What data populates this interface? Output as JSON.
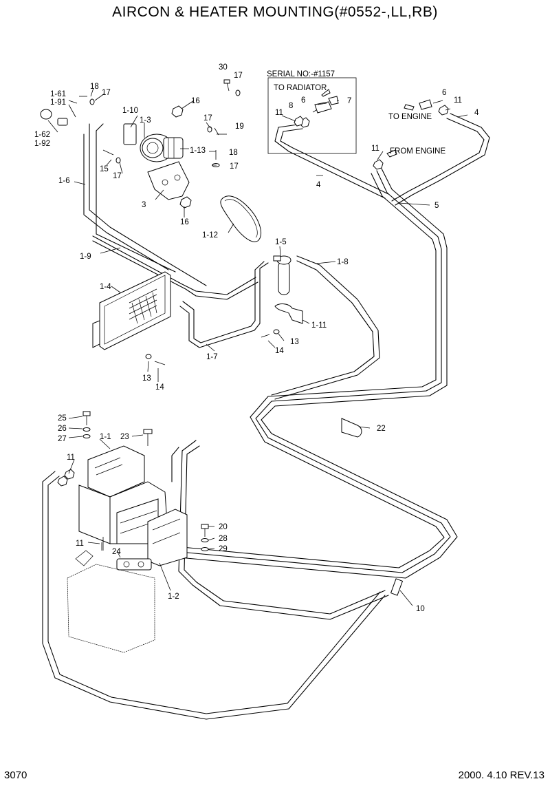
{
  "title": "AIRCON & HEATER MOUNTING(#0552-,LL,RB)",
  "footer": {
    "page": "3070",
    "date_rev": "2000. 4.10  REV.13"
  },
  "notes": {
    "serial": "SERIAL NO:-#1157",
    "to_radiator": "TO RADIATOR",
    "to_engine": "TO ENGINE",
    "from_engine": "FROM ENGINE"
  },
  "callouts": [
    "30",
    "17",
    "18",
    "17",
    "1-61",
    "1-91",
    "1-10",
    "16",
    "1-3",
    "17",
    "19",
    "1-62",
    "1-92",
    "1-13",
    "18",
    "17",
    "15",
    "17",
    "1-6",
    "3",
    "16",
    "1-12",
    "1-9",
    "1-4",
    "1-5",
    "1-8",
    "1-11",
    "13",
    "14",
    "1-7",
    "13",
    "14",
    "25",
    "26",
    "27",
    "1-1",
    "23",
    "11",
    "20",
    "28",
    "29",
    "11",
    "24",
    "1-2",
    "22",
    "10",
    "8",
    "6",
    "7",
    "11",
    "6",
    "11",
    "4",
    "11",
    "4",
    "5"
  ]
}
